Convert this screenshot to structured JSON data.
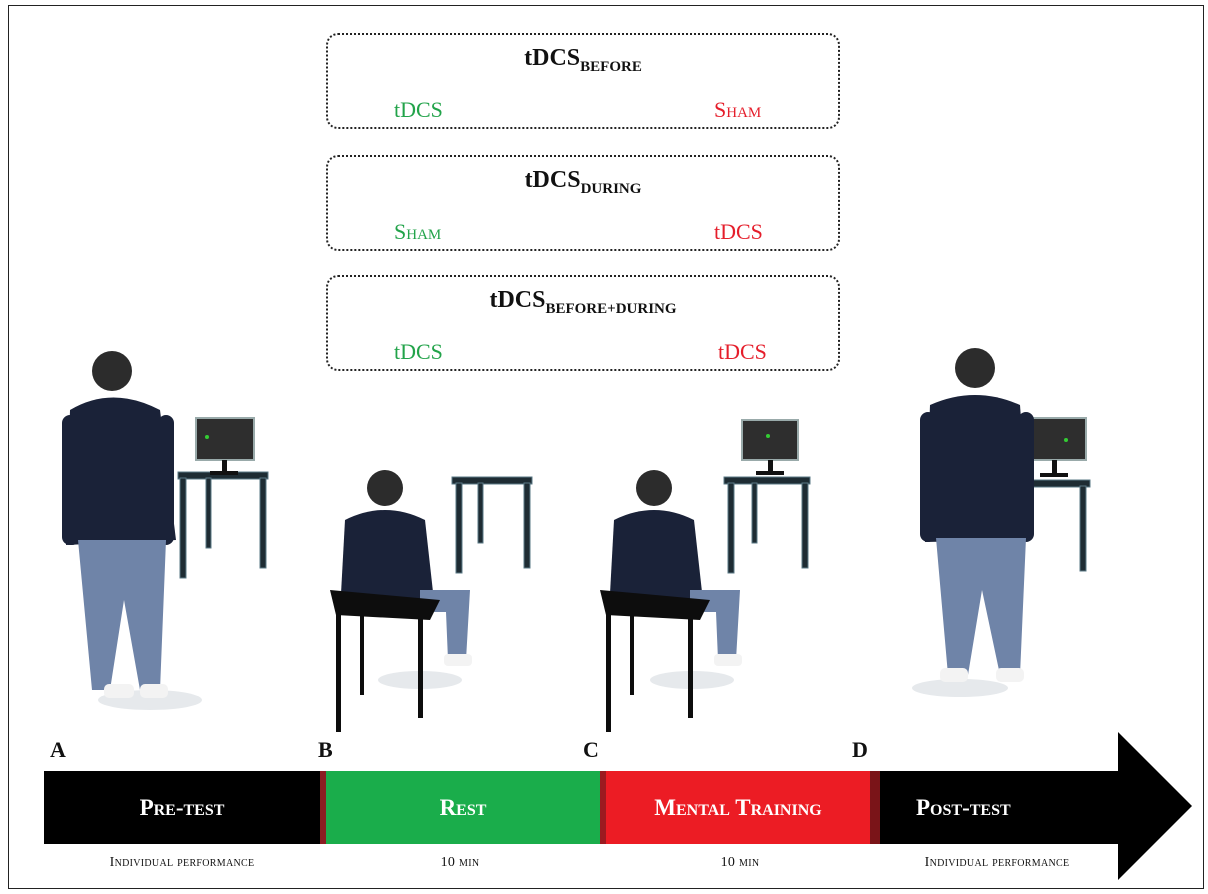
{
  "conditions": [
    {
      "title": "tDCS",
      "subscript": "BEFORE",
      "left": {
        "text": "tDCS",
        "color": "#22a34a"
      },
      "right": {
        "text": "Sham",
        "color": "#e51e2b"
      }
    },
    {
      "title": "tDCS",
      "subscript": "DURING",
      "left": {
        "text": "Sham",
        "color": "#22a34a"
      },
      "right": {
        "text": "tDCS",
        "color": "#e51e2b"
      }
    },
    {
      "title": "tDCS",
      "subscript": "BEFORE+DURING",
      "left": {
        "text": "tDCS",
        "color": "#22a34a"
      },
      "right": {
        "text": "tDCS",
        "color": "#e51e2b"
      }
    }
  ],
  "timeline": {
    "markers": [
      "A",
      "B",
      "C",
      "D"
    ],
    "phases": [
      {
        "label": "Pre-test",
        "color": "#000000",
        "note": "Individual performance"
      },
      {
        "label": "Rest",
        "color": "#1aad4b",
        "note": "10 min"
      },
      {
        "label": "Mental Training",
        "color": "#ec1c24",
        "note": "10 min"
      },
      {
        "label": "Post-test",
        "color": "#000000",
        "note": "Individual performance"
      }
    ]
  },
  "scenes": [
    {
      "posture": "standing",
      "monitor": "on"
    },
    {
      "posture": "seated",
      "monitor": "none"
    },
    {
      "posture": "seated",
      "monitor": "on"
    },
    {
      "posture": "standing",
      "monitor": "on"
    }
  ]
}
